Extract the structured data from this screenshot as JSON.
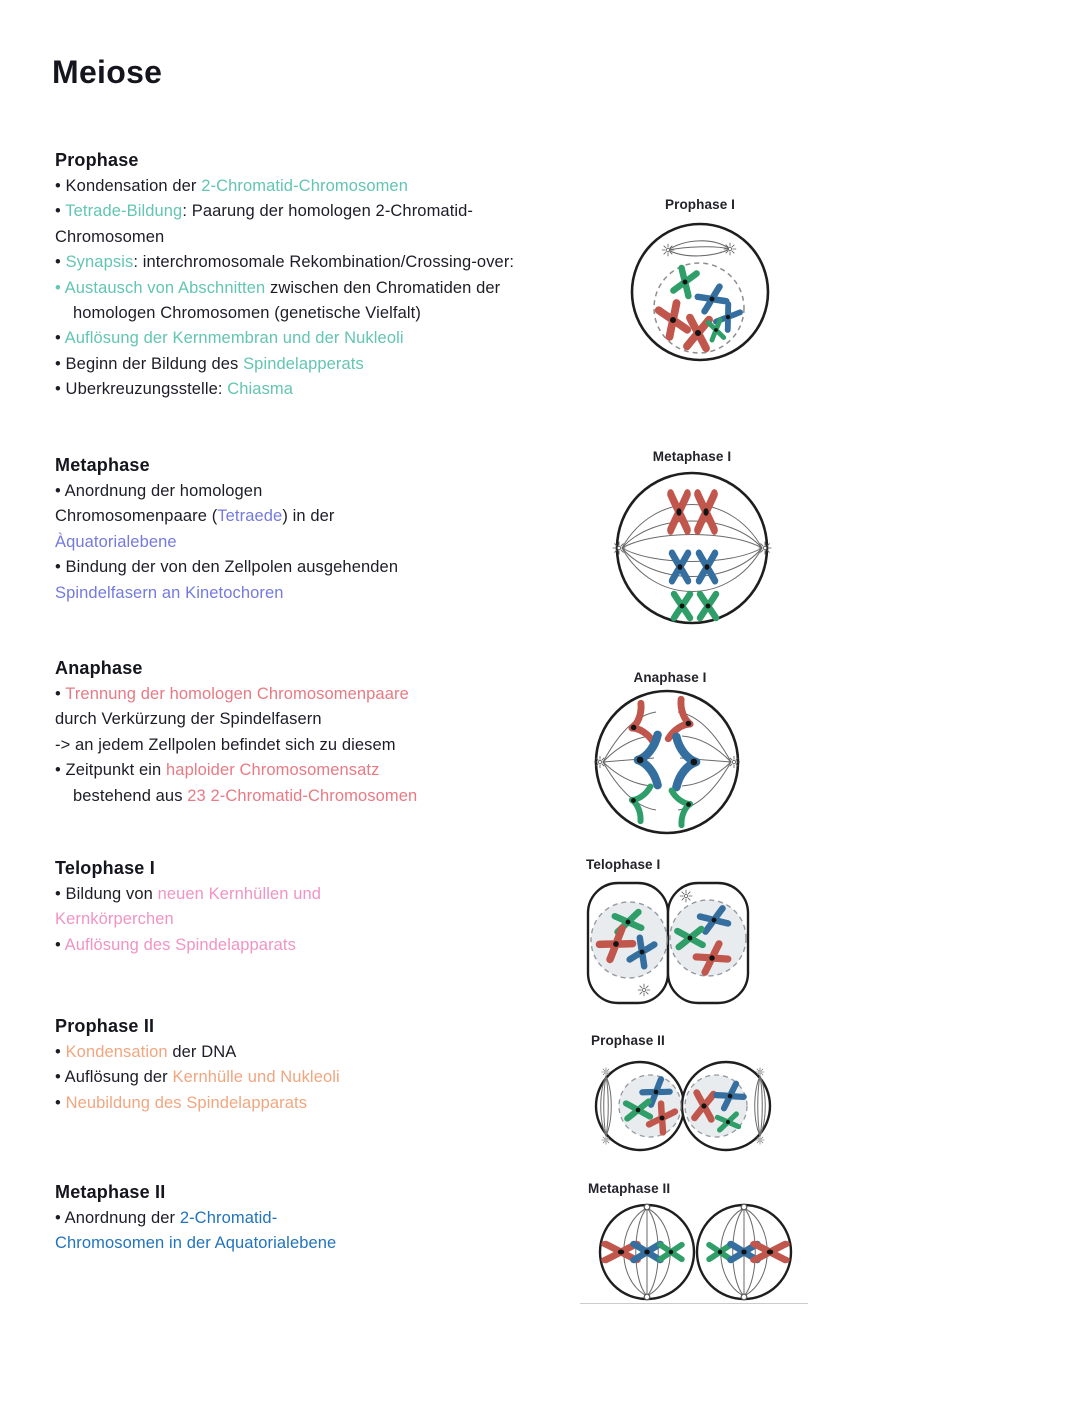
{
  "page": {
    "title": "Meiose"
  },
  "palette": {
    "highlight_teal": "#63c5b3",
    "highlight_purple": "#747ade",
    "highlight_salmon": "#e87a84",
    "highlight_pink": "#f094c4",
    "highlight_orange": "#f0a67f",
    "highlight_blue": "#2274bd",
    "text_dark": "#1d1d27",
    "chromosome_red": "#c0564c",
    "chromosome_green": "#2f9e68",
    "chromosome_blue": "#356f9f"
  },
  "sections": [
    {
      "heading": "Prophase",
      "lines": [
        {
          "ind": 0,
          "seg": [
            {
              "t": "• Kondensation der ",
              "c": "d"
            },
            {
              "t": "2-Chromatid-Chromosomen",
              "c": "teal"
            }
          ]
        },
        {
          "ind": 0,
          "seg": [
            {
              "t": "• ",
              "c": "d"
            },
            {
              "t": "Tetrade-Bildung",
              "c": "teal"
            },
            {
              "t": ": Paarung der homologen 2-Chromatid-",
              "c": "d"
            }
          ]
        },
        {
          "ind": 0,
          "seg": [
            {
              "t": "Chromosomen",
              "c": "d"
            }
          ]
        },
        {
          "ind": 0,
          "seg": [
            {
              "t": "• ",
              "c": "d"
            },
            {
              "t": "Synapsis",
              "c": "teal"
            },
            {
              "t": ": interchromosomale Rekombination/Crossing-over:",
              "c": "d"
            }
          ]
        },
        {
          "ind": 0,
          "seg": [
            {
              "t": "•  ",
              "c": "teal"
            },
            {
              "t": "Austausch von Abschnitten",
              "c": "teal"
            },
            {
              "t": " zwischen den Chromatiden der",
              "c": "d"
            }
          ]
        },
        {
          "ind": 1,
          "seg": [
            {
              "t": "homologen Chromosomen (genetische Vielfalt)",
              "c": "d"
            }
          ]
        },
        {
          "ind": 0,
          "seg": [
            {
              "t": "• ",
              "c": "d"
            },
            {
              "t": "Auflösung der Kernmembran und der Nukleoli",
              "c": "teal"
            }
          ]
        },
        {
          "ind": 0,
          "seg": [
            {
              "t": "• Beginn der Bildung des ",
              "c": "d"
            },
            {
              "t": "Spindelapperats",
              "c": "teal"
            }
          ]
        },
        {
          "ind": 0,
          "seg": [
            {
              "t": "• Uberkreuzungsstelle: ",
              "c": "d"
            },
            {
              "t": "Chiasma",
              "c": "teal"
            }
          ]
        }
      ]
    },
    {
      "heading": "Metaphase",
      "lines": [
        {
          "ind": 0,
          "seg": [
            {
              "t": "• Anordnung der homologen",
              "c": "d"
            }
          ]
        },
        {
          "ind": 0,
          "seg": [
            {
              "t": "Chromosomenpaare (",
              "c": "d"
            },
            {
              "t": "Tetraede",
              "c": "purple"
            },
            {
              "t": ") in der",
              "c": "d"
            }
          ]
        },
        {
          "ind": 0,
          "seg": [
            {
              "t": "Àquatorialebene",
              "c": "purple"
            }
          ]
        },
        {
          "ind": 0,
          "seg": [
            {
              "t": "• Bindung der von den Zellpolen ausgehenden",
              "c": "d"
            }
          ]
        },
        {
          "ind": 0,
          "seg": [
            {
              "t": "Spindelfasern an Kinetochoren",
              "c": "purple"
            }
          ]
        }
      ]
    },
    {
      "heading": "Anaphase",
      "lines": [
        {
          "ind": 0,
          "seg": [
            {
              "t": "• ",
              "c": "d"
            },
            {
              "t": "Trennung der homologen Chromosomenpaare",
              "c": "salmon"
            }
          ]
        },
        {
          "ind": 0,
          "seg": [
            {
              "t": "durch Verkürzung der Spindelfasern",
              "c": "d"
            }
          ]
        },
        {
          "ind": 0,
          "seg": [
            {
              "t": "-> an jedem Zellpolen befindet sich zu diesem",
              "c": "d"
            }
          ]
        },
        {
          "ind": 0,
          "seg": [
            {
              "t": "•  Zeitpunkt ein ",
              "c": "d"
            },
            {
              "t": "haploider Chromosomensatz",
              "c": "salmon"
            }
          ]
        },
        {
          "ind": 1,
          "seg": [
            {
              "t": "bestehend aus ",
              "c": "d"
            },
            {
              "t": "23 2-Chromatid-Chromosomen",
              "c": "salmon"
            }
          ]
        }
      ]
    },
    {
      "heading": "Telophase I",
      "lines": [
        {
          "ind": 0,
          "seg": [
            {
              "t": "• Bildung von ",
              "c": "d"
            },
            {
              "t": "neuen Kernhüllen und",
              "c": "pink"
            }
          ]
        },
        {
          "ind": 0,
          "seg": [
            {
              "t": "Kernkörperchen",
              "c": "pink"
            }
          ]
        },
        {
          "ind": 0,
          "seg": [
            {
              "t": "• ",
              "c": "d"
            },
            {
              "t": "Auflösung des Spindelapparats",
              "c": "pink"
            }
          ]
        }
      ]
    },
    {
      "heading": "Prophase II",
      "lines": [
        {
          "ind": 0,
          "seg": [
            {
              "t": "• ",
              "c": "d"
            },
            {
              "t": "Kondensation",
              "c": "orange"
            },
            {
              "t": " der DNA",
              "c": "d"
            }
          ]
        },
        {
          "ind": 0,
          "seg": [
            {
              "t": "• Auflösung der ",
              "c": "d"
            },
            {
              "t": "Kernhülle und Nukleoli",
              "c": "orange"
            }
          ]
        },
        {
          "ind": 0,
          "seg": [
            {
              "t": "• ",
              "c": "d"
            },
            {
              "t": "Neubildung des Spindelapparats",
              "c": "orange"
            }
          ]
        }
      ]
    },
    {
      "heading": "Metaphase II",
      "lines": [
        {
          "ind": 0,
          "seg": [
            {
              "t": "• Anordnung der ",
              "c": "d"
            },
            {
              "t": "2-Chromatid-",
              "c": "blue"
            }
          ]
        },
        {
          "ind": 0,
          "seg": [
            {
              "t": "Chromosomen in der Aquatorialebene",
              "c": "blue"
            }
          ]
        }
      ]
    }
  ],
  "diagrams": [
    {
      "label": "Prophase I"
    },
    {
      "label": "Metaphase I"
    },
    {
      "label": "Anaphase I"
    },
    {
      "label": "Telophase I"
    },
    {
      "label": "Prophase II"
    },
    {
      "label": "Metaphase II"
    }
  ]
}
